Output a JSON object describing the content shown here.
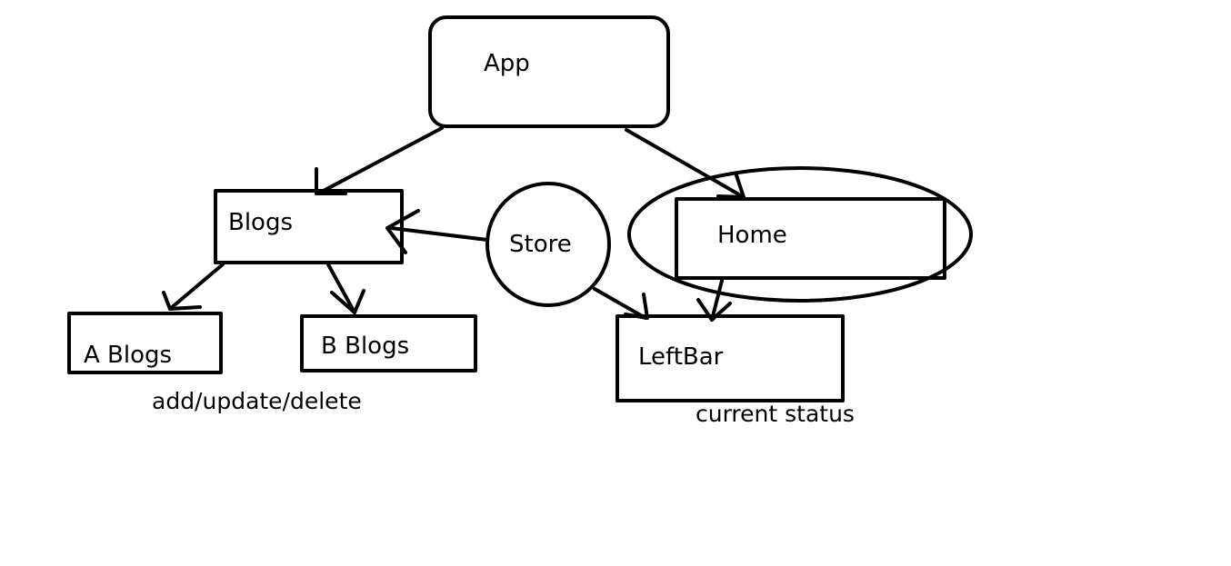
{
  "nodes": {
    "app": "App",
    "blogs": "Blogs",
    "store": "Store",
    "home": "Home",
    "a_blogs": "A Blogs",
    "b_blogs": "B Blogs",
    "leftbar": "LeftBar"
  },
  "annotations": {
    "blogs_actions": "add/update/delete",
    "leftbar_status": "current status"
  },
  "colors": {
    "ink": "#000000",
    "background": "#ffffff"
  }
}
